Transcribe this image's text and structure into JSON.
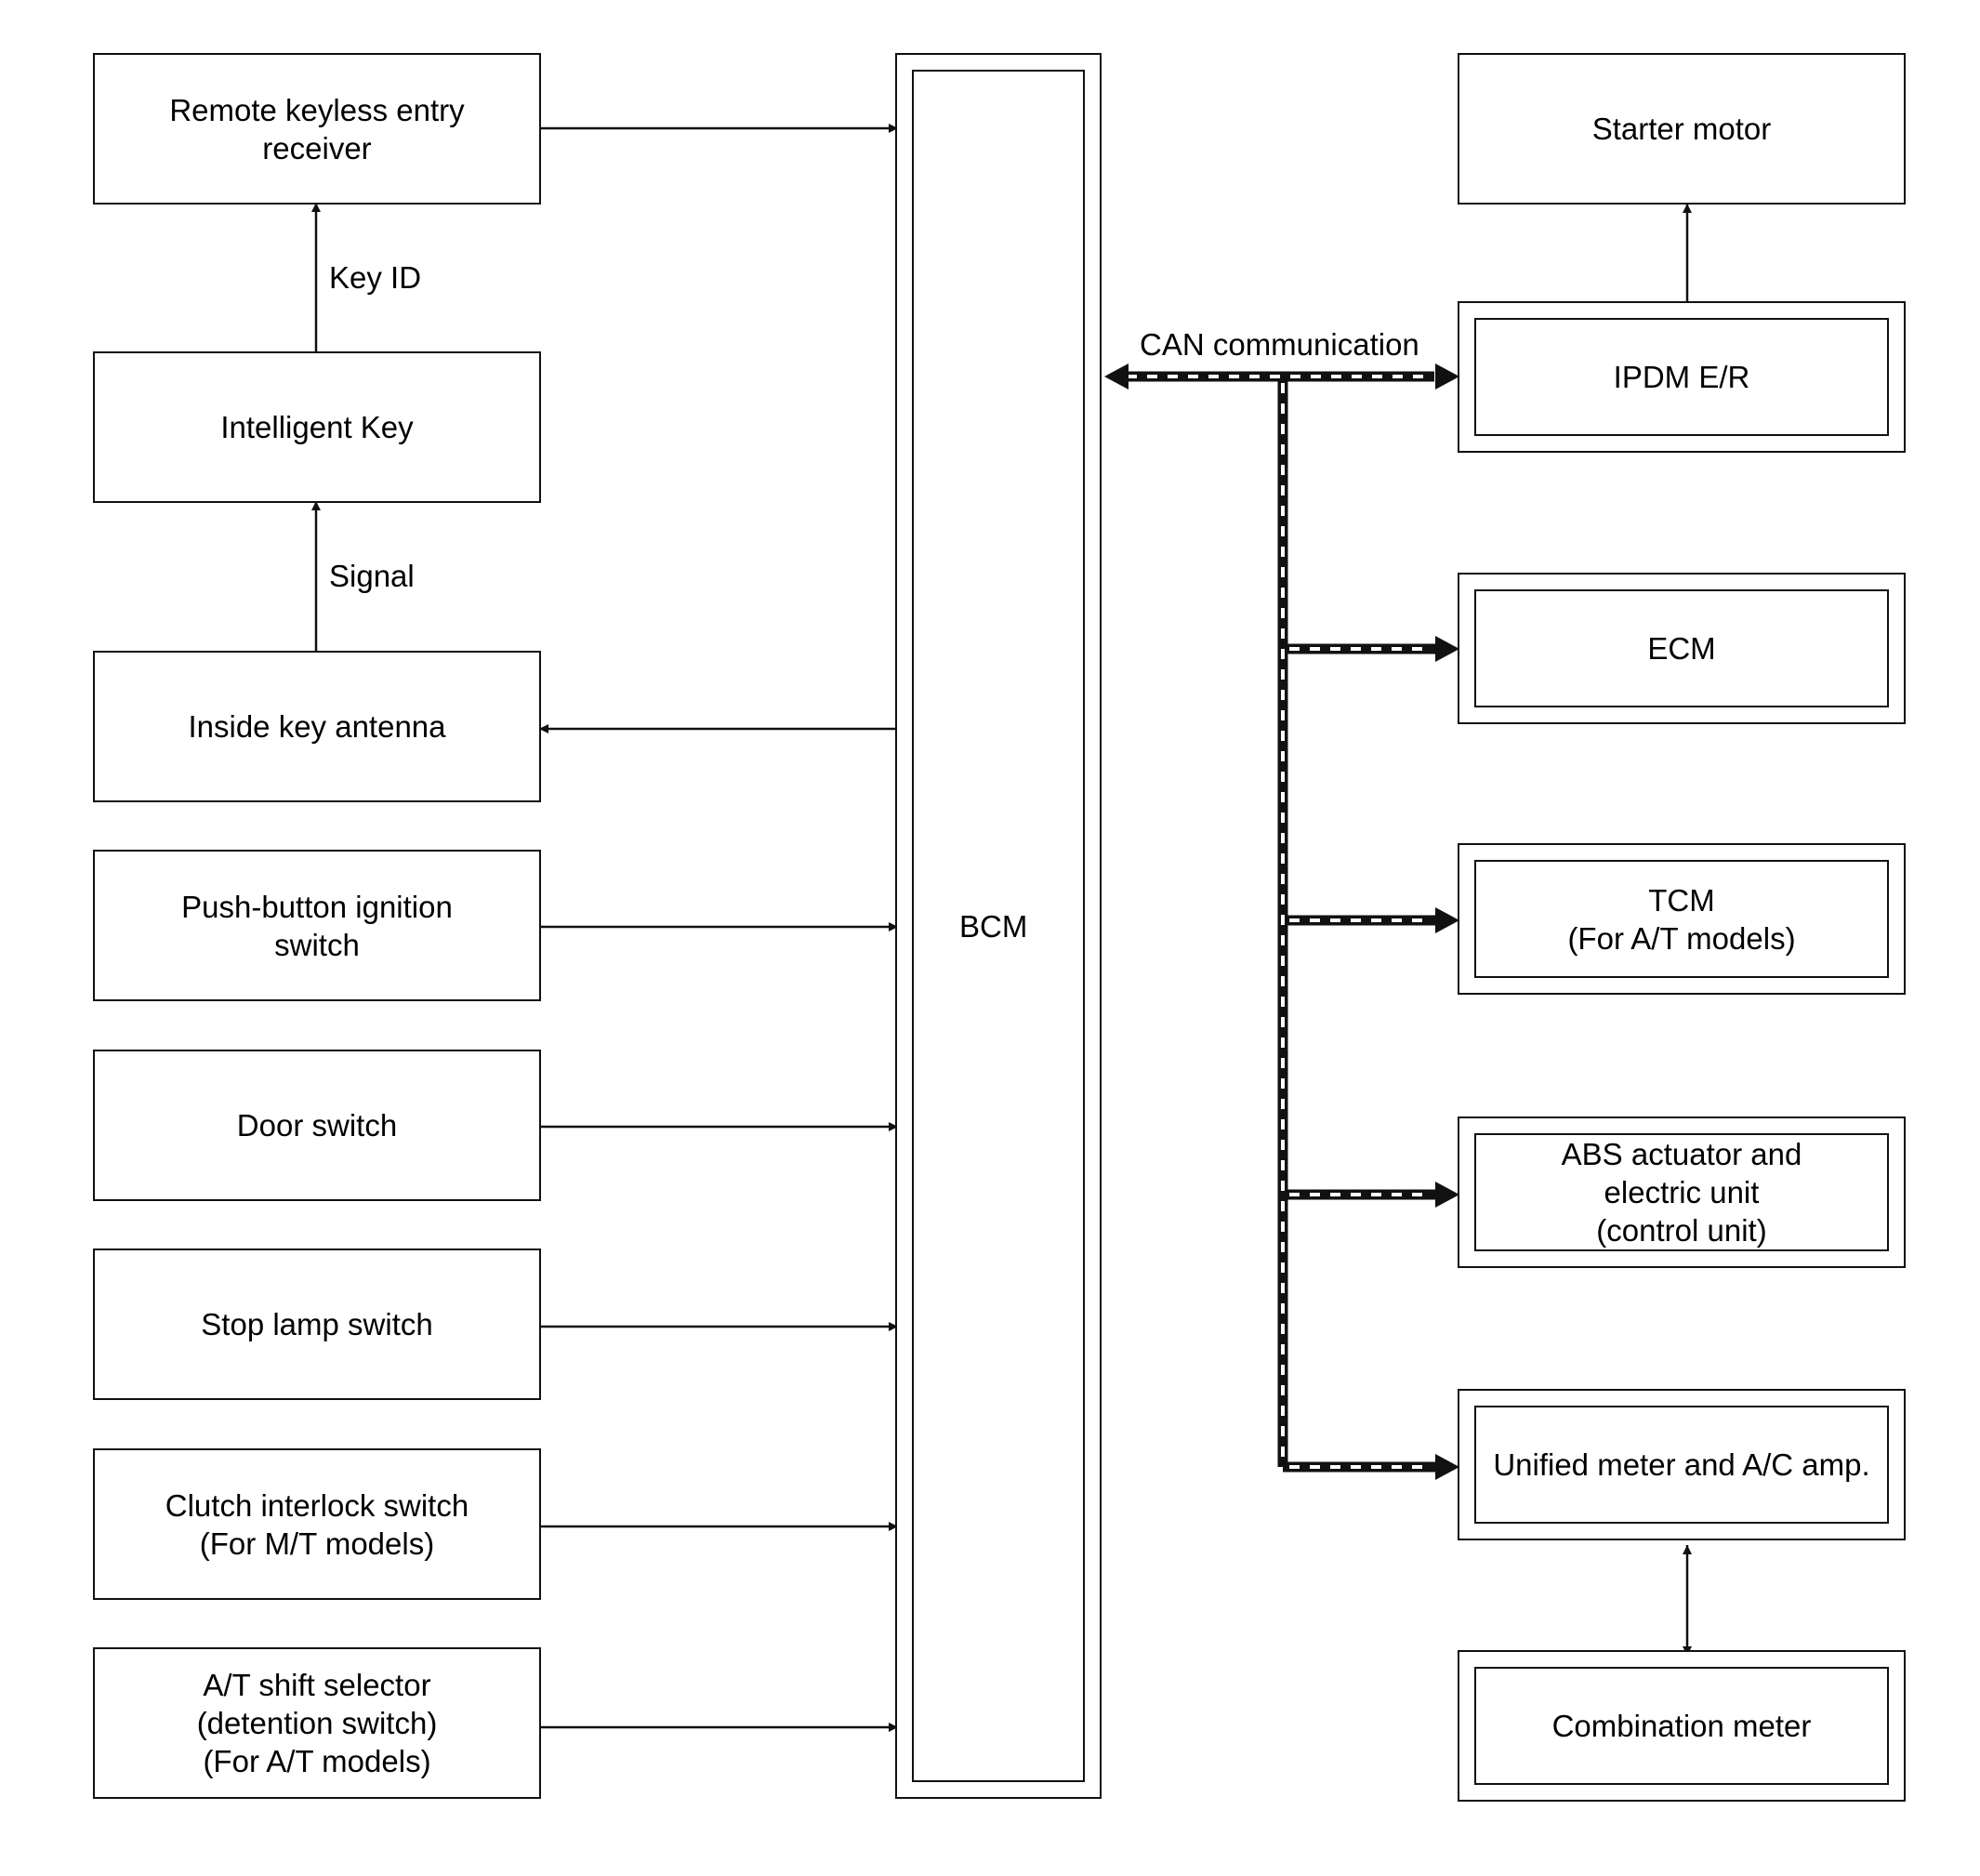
{
  "colors": {
    "line": "#111111",
    "background": "#ffffff",
    "bus_dash": "#ffffff"
  },
  "inputs": {
    "remote_keyless": "Remote keyless entry\nreceiver",
    "intelligent_key": "Intelligent Key",
    "inside_antenna": "Inside key antenna",
    "push_button": "Push-button ignition\nswitch",
    "door_switch": "Door switch",
    "stop_lamp": "Stop lamp switch",
    "clutch_interlock": "Clutch interlock switch\n(For M/T models)",
    "at_shift": "A/T shift selector\n(detention switch)\n(For A/T models)"
  },
  "edge_labels": {
    "key_id": "Key ID",
    "signal": "Signal"
  },
  "bcm": {
    "label": "BCM"
  },
  "can": {
    "label": "CAN communication"
  },
  "outputs": {
    "starter_motor": "Starter motor",
    "ipdm": "IPDM E/R",
    "ecm": "ECM",
    "tcm": "TCM\n(For A/T models)",
    "abs": "ABS actuator and\nelectric unit\n(control unit)",
    "unified_meter": "Unified meter and A/C amp.",
    "combination_meter": "Combination meter"
  }
}
